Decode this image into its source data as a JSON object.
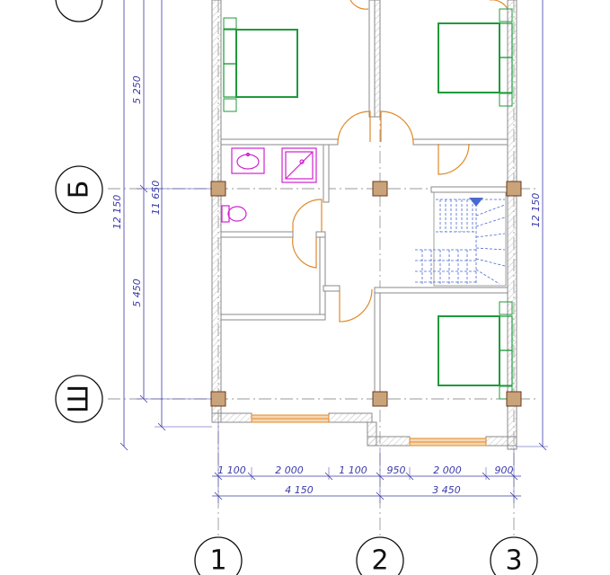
{
  "axes": {
    "rows": [
      {
        "label": "Б",
        "rotated": true
      },
      {
        "label": "Ш",
        "rotated": true
      }
    ],
    "columns": [
      {
        "label": "1"
      },
      {
        "label": "2"
      },
      {
        "label": "3"
      }
    ]
  },
  "dimensions": {
    "left_inner": [
      "5 250",
      "5 450"
    ],
    "left_middle": "11 650",
    "left_outer": "12 150",
    "right": "12 150",
    "bottom_segments": [
      "1 100",
      "2 000",
      "1 100",
      "950",
      "2 000",
      "900"
    ],
    "bottom_totals": [
      "4 150",
      "3 450"
    ]
  },
  "colors": {
    "wall": "#9a9a9a",
    "hatch": "#c8c8c8",
    "column": "#c9a37a",
    "column_stroke": "#6b3a1c",
    "door": "#e08a2a",
    "window": "#e8a060",
    "bed": "#1f9a3a",
    "sanitary": "#d020d0",
    "stair": "#4a6ad0",
    "dimension": "#3a3aa8",
    "axis_line": "#999999"
  }
}
